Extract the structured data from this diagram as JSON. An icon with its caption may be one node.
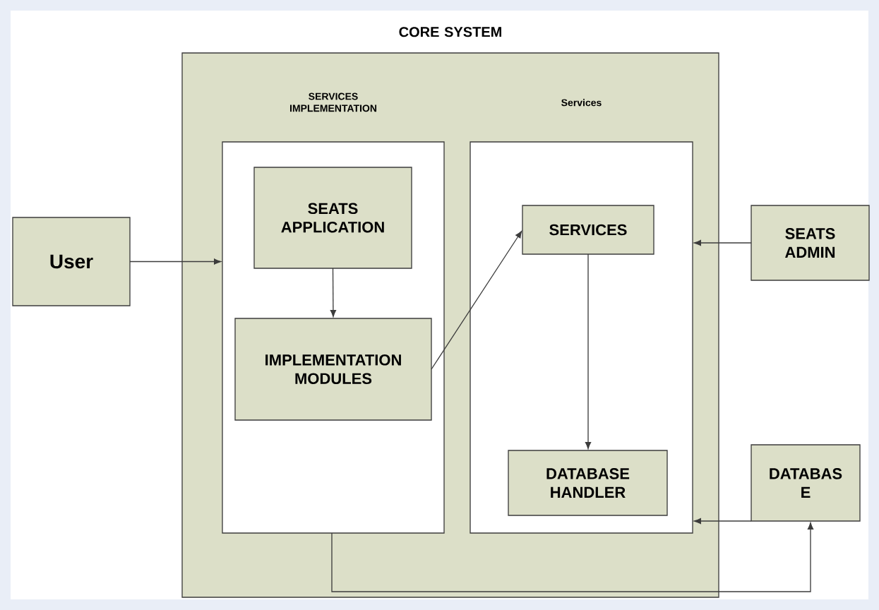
{
  "diagram": {
    "nodes": [
      {
        "text": [
          "CORE SYSTEM"
        ]
      },
      {
        "text": [
          "User"
        ]
      },
      {
        "text": [
          "SERVICES IMPLEMENTATION"
        ],
        "in": 0
      },
      {
        "text": [
          "SEATS APPLICATION"
        ],
        "in": 2
      },
      {
        "text": [
          "IMPLEMENTATION MODULES"
        ],
        "in": 2
      },
      {
        "text": [
          "Services"
        ],
        "in": 0
      },
      {
        "text": [
          "SERVICES"
        ],
        "in": 5
      },
      {
        "text": [
          "DATABASE HANDLER"
        ],
        "in": 5
      },
      {
        "text": [
          "SEATS ADMIN"
        ]
      },
      {
        "text": [
          "DATABAS E"
        ]
      }
    ],
    "edges": [
      {
        "from": 1,
        "to": 2,
        "arrow": "to"
      },
      {
        "from": 3,
        "to": 4,
        "arrow": "to"
      },
      {
        "from": 4,
        "to": 6,
        "arrow": "to"
      },
      {
        "from": 6,
        "to": 7,
        "arrow": "to"
      },
      {
        "from": 8,
        "to": 5,
        "arrow": "to"
      },
      {
        "from": 9,
        "to": 5,
        "arrow": "to"
      },
      {
        "from": 2,
        "to": 9,
        "arrow": "to"
      }
    ]
  }
}
